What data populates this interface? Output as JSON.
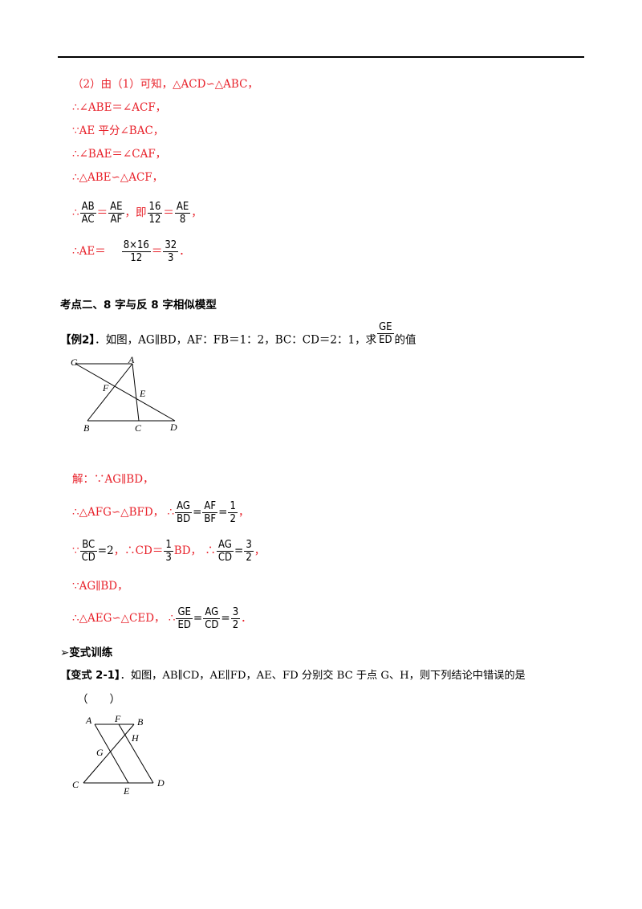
{
  "part2": {
    "l1": "（2）由（1）可知，△ACD∽△ABC，",
    "l2": "∴∠ABE＝∠ACF，",
    "l3": "∵AE 平分∠BAC，",
    "l4": "∴∠BAE＝∠CAF，",
    "l5": "∴△ABE∽△ACF，",
    "l6_pre": "∴",
    "l6_f1_num": "AB",
    "l6_f1_den": "AC",
    "l6_eq1": "＝",
    "l6_f2_num": "AE",
    "l6_f2_den": "AF",
    "l6_mid": "，即",
    "l6_f3_num": "16",
    "l6_f3_den": "12",
    "l6_eq2": "＝",
    "l6_f4_num": "AE",
    "l6_f4_den": "8",
    "l6_end": "，",
    "l7_pre": "∴AE＝",
    "l7_f1_num": "8×16",
    "l7_f1_den": "12",
    "l7_eq": "＝",
    "l7_f2_num": "32",
    "l7_f2_den": "3",
    "l7_end": "．"
  },
  "section2": {
    "title": "考点二、8 字与反 8 字相似模型"
  },
  "example2": {
    "tag": "【例2】",
    "text": "．如图，AG∥BD，AF：FB＝1：2，BC：CD＝2：1，求",
    "frac_num": "GE",
    "frac_den": "ED",
    "tail": "的值",
    "fig_labels": {
      "G": "G",
      "A": "A",
      "F": "F",
      "E": "E",
      "B": "B",
      "C": "C",
      "D": "D"
    }
  },
  "solution2": {
    "l1": "解：∵AG∥BD，",
    "l2_pre": "∴△AFG∽△BFD，  ∴",
    "l2_f1_num": "AG",
    "l2_f1_den": "BD",
    "l2_eq1": "=",
    "l2_f2_num": "AF",
    "l2_f2_den": "BF",
    "l2_eq2": "=",
    "l2_f3_num": "1",
    "l2_f3_den": "2",
    "l2_end": "，",
    "l3_pre": "∵",
    "l3_f1_num": "BC",
    "l3_f1_den": "CD",
    "l3_eq1": "=2",
    "l3_mid": "，∴CD＝",
    "l3_f2_num": "1",
    "l3_f2_den": "3",
    "l3_after": "BD，  ∴",
    "l3_f3_num": "AG",
    "l3_f3_den": "CD",
    "l3_eq2": "=",
    "l3_f4_num": "3",
    "l3_f4_den": "2",
    "l3_end": "，",
    "l4": "∵AG∥BD，",
    "l5_pre": "∴△AEG∽△CED，  ∴",
    "l5_f1_num": "GE",
    "l5_f1_den": "ED",
    "l5_eq1": "=",
    "l5_f2_num": "AG",
    "l5_f2_den": "CD",
    "l5_eq2": "=",
    "l5_f3_num": "3",
    "l5_f3_den": "2",
    "l5_end": "．"
  },
  "variant": {
    "heading": "➢变式训练",
    "tag": "【变式 2-1】",
    "text": "．如图，AB∥CD，AE∥FD，AE、FD 分别交 BC 于点 G、H，则下列结论中错误的是",
    "paren": "（　　）",
    "fig_labels": {
      "A": "A",
      "F": "F",
      "B": "B",
      "H": "H",
      "G": "G",
      "C": "C",
      "E": "E",
      "D": "D"
    }
  }
}
